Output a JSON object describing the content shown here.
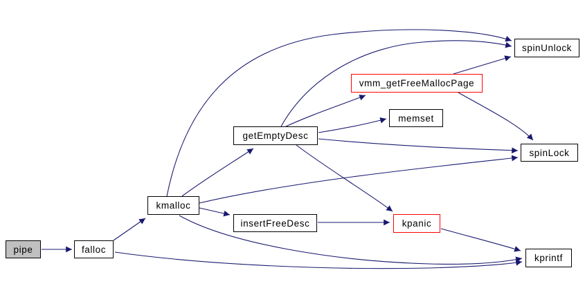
{
  "diagram": {
    "type": "call-graph",
    "background_color": "#ffffff",
    "edge_color": "#191970",
    "text_color": "#000000",
    "node_border_color": "#000000",
    "highlight_border_color": "#ff0000",
    "root_fill_color": "#c0c0c0",
    "node_fill_color": "#ffffff",
    "nodes": [
      {
        "id": "pipe",
        "label": "pipe",
        "role": "root",
        "fill": "#c0c0c0",
        "border": "#000000"
      },
      {
        "id": "falloc",
        "label": "falloc",
        "role": "function",
        "fill": "#ffffff",
        "border": "#000000"
      },
      {
        "id": "kmalloc",
        "label": "kmalloc",
        "role": "function",
        "fill": "#ffffff",
        "border": "#000000"
      },
      {
        "id": "getEmptyDesc",
        "label": "getEmptyDesc",
        "role": "function",
        "fill": "#ffffff",
        "border": "#000000"
      },
      {
        "id": "insertFreeDesc",
        "label": "insertFreeDesc",
        "role": "function",
        "fill": "#ffffff",
        "border": "#000000"
      },
      {
        "id": "vmm_getFreeMallocPage",
        "label": "vmm_getFreeMallocPage",
        "role": "function",
        "fill": "#ffffff",
        "border": "#ff0000"
      },
      {
        "id": "memset",
        "label": "memset",
        "role": "function",
        "fill": "#ffffff",
        "border": "#000000"
      },
      {
        "id": "spinUnlock",
        "label": "spinUnlock",
        "role": "function",
        "fill": "#ffffff",
        "border": "#000000"
      },
      {
        "id": "spinLock",
        "label": "spinLock",
        "role": "function",
        "fill": "#ffffff",
        "border": "#000000"
      },
      {
        "id": "kpanic",
        "label": "kpanic",
        "role": "function",
        "fill": "#ffffff",
        "border": "#ff0000"
      },
      {
        "id": "kprintf",
        "label": "kprintf",
        "role": "function",
        "fill": "#ffffff",
        "border": "#000000"
      }
    ],
    "edges": [
      {
        "from": "pipe",
        "to": "falloc"
      },
      {
        "from": "falloc",
        "to": "kmalloc"
      },
      {
        "from": "falloc",
        "to": "kprintf"
      },
      {
        "from": "kmalloc",
        "to": "getEmptyDesc"
      },
      {
        "from": "kmalloc",
        "to": "insertFreeDesc"
      },
      {
        "from": "kmalloc",
        "to": "spinUnlock"
      },
      {
        "from": "kmalloc",
        "to": "spinLock"
      },
      {
        "from": "kmalloc",
        "to": "kprintf"
      },
      {
        "from": "getEmptyDesc",
        "to": "vmm_getFreeMallocPage"
      },
      {
        "from": "getEmptyDesc",
        "to": "memset"
      },
      {
        "from": "getEmptyDesc",
        "to": "spinUnlock"
      },
      {
        "from": "getEmptyDesc",
        "to": "spinLock"
      },
      {
        "from": "getEmptyDesc",
        "to": "kpanic"
      },
      {
        "from": "vmm_getFreeMallocPage",
        "to": "spinUnlock"
      },
      {
        "from": "vmm_getFreeMallocPage",
        "to": "spinLock"
      },
      {
        "from": "insertFreeDesc",
        "to": "kpanic"
      },
      {
        "from": "kpanic",
        "to": "kprintf"
      }
    ]
  }
}
